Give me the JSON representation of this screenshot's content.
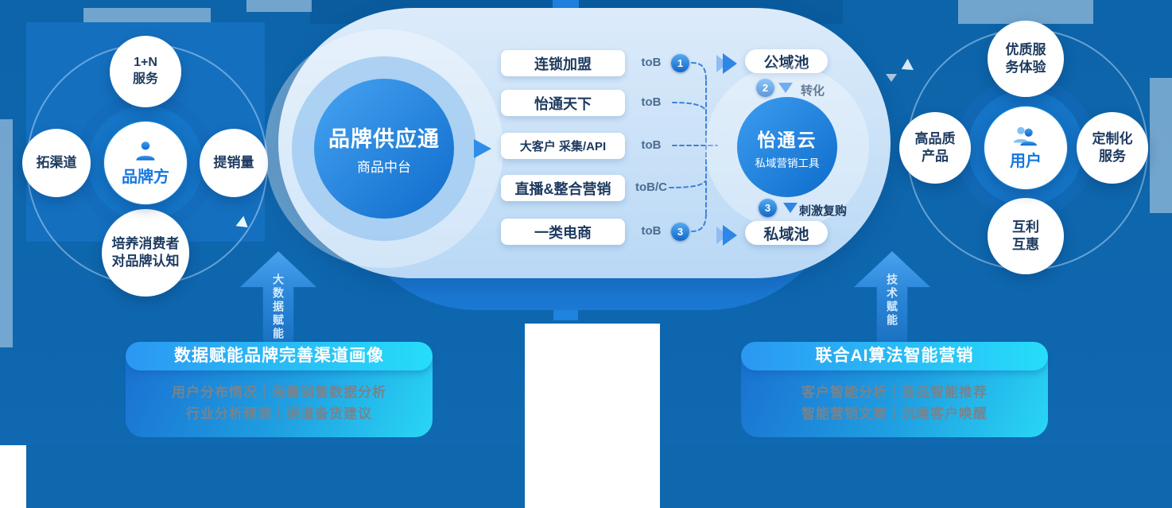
{
  "colors": {
    "canvas_blue": "#0e66ad",
    "bright_blue": "#1f83e0",
    "pill_light_blue": "#c9dff7",
    "accent_text_blue": "#1778e0",
    "navy_text": "#1d3a5f",
    "cyan": "#26ddf9",
    "body_gray": "#76848f"
  },
  "left_cluster": {
    "center": "品牌方",
    "top": "1+N\n服务",
    "left": "拓渠道",
    "right": "提销量",
    "bottom": "培养消费者\n对品牌认知"
  },
  "platform": {
    "title": "品牌供应通",
    "subtitle": "商品中台",
    "channels": [
      {
        "label": "连锁加盟",
        "tag": "toB",
        "badge": "1"
      },
      {
        "label": "怡通天下",
        "tag": "toB"
      },
      {
        "label": "大客户 采集/API",
        "tag": "toB"
      },
      {
        "label": "直播&整合营销",
        "tag": "toB/C"
      },
      {
        "label": "一类电商",
        "tag": "toB",
        "badge": "3"
      }
    ]
  },
  "cloud": {
    "public_pool": "公域池",
    "private_pool": "私域池",
    "title": "怡通云",
    "subtitle": "私域营销工具",
    "step_convert": {
      "num": "2",
      "label": "转化"
    },
    "step_repurchase": {
      "num": "3",
      "label": "刺激复购"
    }
  },
  "right_cluster": {
    "center": "用户",
    "top": "优质服\n务体验",
    "left": "高品质\n产品",
    "right": "定制化\n服务",
    "bottom": "互利\n互惠"
  },
  "empower_arrows": {
    "left": "大数据赋能",
    "right": "技术赋能"
  },
  "info_boxes": {
    "left": {
      "title": "数据赋能品牌完善渠道画像",
      "lines": [
        "用户分布情况｜海量销售数据分析",
        "行业分析预测｜渠道备货建议"
      ]
    },
    "right": {
      "title": "联合AI算法智能营销",
      "lines": [
        "客户智能分析｜商品智能推荐",
        "智能营销文案｜沉睡客户唤醒"
      ]
    }
  }
}
